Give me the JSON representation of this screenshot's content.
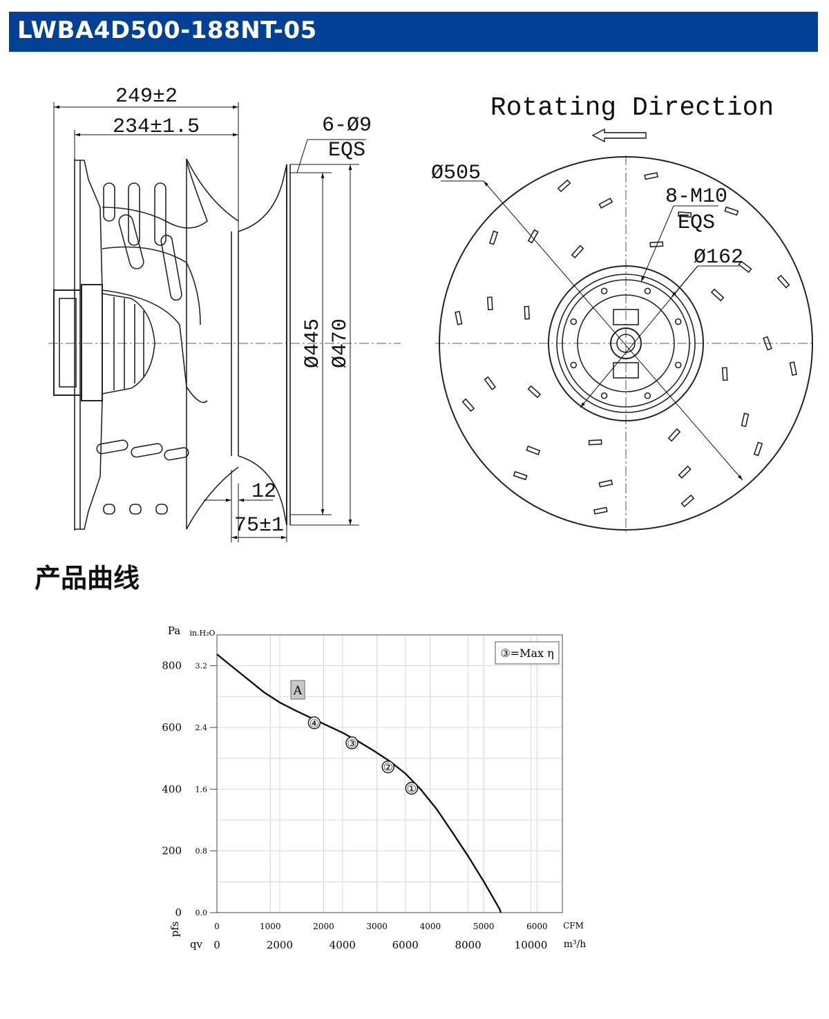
{
  "header": {
    "model": "LWBA4D500-188NT-05",
    "brand_color": "#004097"
  },
  "drawing": {
    "side_view": {
      "dim_overall_width": "249±2",
      "dim_inner_width": "234±1.5",
      "dim_mount_holes": "6-Ø9",
      "dim_mount_holes_note": "EQS",
      "dim_inlet_dia": "Ø445",
      "dim_outer_dia": "Ø470",
      "dim_flange_gap": "12",
      "dim_flange_depth": "75±1"
    },
    "front_view": {
      "rotation_label": "Rotating Direction",
      "rotation_arrow_icon": "arrow-left-icon",
      "dim_impeller_dia": "Ø505",
      "dim_screw_holes": "8-M10",
      "dim_screw_holes_note": "EQS",
      "dim_hub_dia": "Ø162"
    }
  },
  "section": {
    "title": "产品曲线"
  },
  "chart_data": {
    "type": "line",
    "title": "",
    "x_primary": {
      "unit": "m³/h",
      "symbol": "qv",
      "ticks": [
        0,
        2000,
        4000,
        6000,
        8000,
        10000
      ],
      "range": [
        0,
        11000
      ]
    },
    "x_secondary": {
      "unit": "CFM",
      "ticks": [
        0,
        1000,
        2000,
        3000,
        4000,
        5000,
        6000
      ]
    },
    "y_primary": {
      "unit": "Pa",
      "symbol": "pfs",
      "ticks": [
        0,
        200,
        400,
        600,
        800
      ],
      "range": [
        0,
        900
      ]
    },
    "y_secondary": {
      "unit": "in.H₂O",
      "ticks": [
        "0.0",
        "0.8",
        "1.6",
        "2.4",
        "3.2"
      ]
    },
    "grid": true,
    "curve_label": "A",
    "legend": "③=Max η",
    "legend_position": "top-right",
    "series": [
      {
        "x": [
          0,
          500,
          1000,
          1500,
          2000,
          2500,
          3000,
          3500,
          4000,
          4500,
          5000,
          5500,
          6000,
          6500,
          7000,
          7500,
          8000,
          8500,
          9000,
          9040
        ],
        "y": [
          837,
          796,
          755,
          714,
          681,
          655,
          631,
          607,
          583,
          555,
          524,
          491,
          451,
          398,
          335,
          260,
          183,
          100,
          12,
          0
        ]
      }
    ],
    "points": [
      {
        "label": "④",
        "x": 3100,
        "y": 615
      },
      {
        "label": "③",
        "x": 4300,
        "y": 550
      },
      {
        "label": "②",
        "x": 5450,
        "y": 472
      },
      {
        "label": "①",
        "x": 6200,
        "y": 403
      }
    ]
  }
}
